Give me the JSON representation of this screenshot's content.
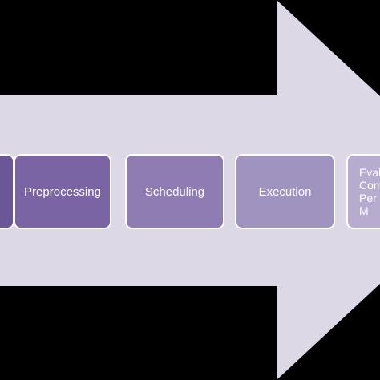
{
  "diagram": {
    "colors": {
      "background": "#000000",
      "arrow_fill": "#dcd8e6",
      "box_border": "#ffffff",
      "box_text": "#ffffff"
    },
    "stages": [
      {
        "label": "",
        "color": "#6b5797"
      },
      {
        "label": "Preprocessing",
        "color": "#7a64a3"
      },
      {
        "label": "Scheduling",
        "color": "#8e7cb2"
      },
      {
        "label": "Execution",
        "color": "#a193c0"
      },
      {
        "label": "Eval\nCom\nPer\nM",
        "color": "#b7acd0"
      }
    ]
  }
}
